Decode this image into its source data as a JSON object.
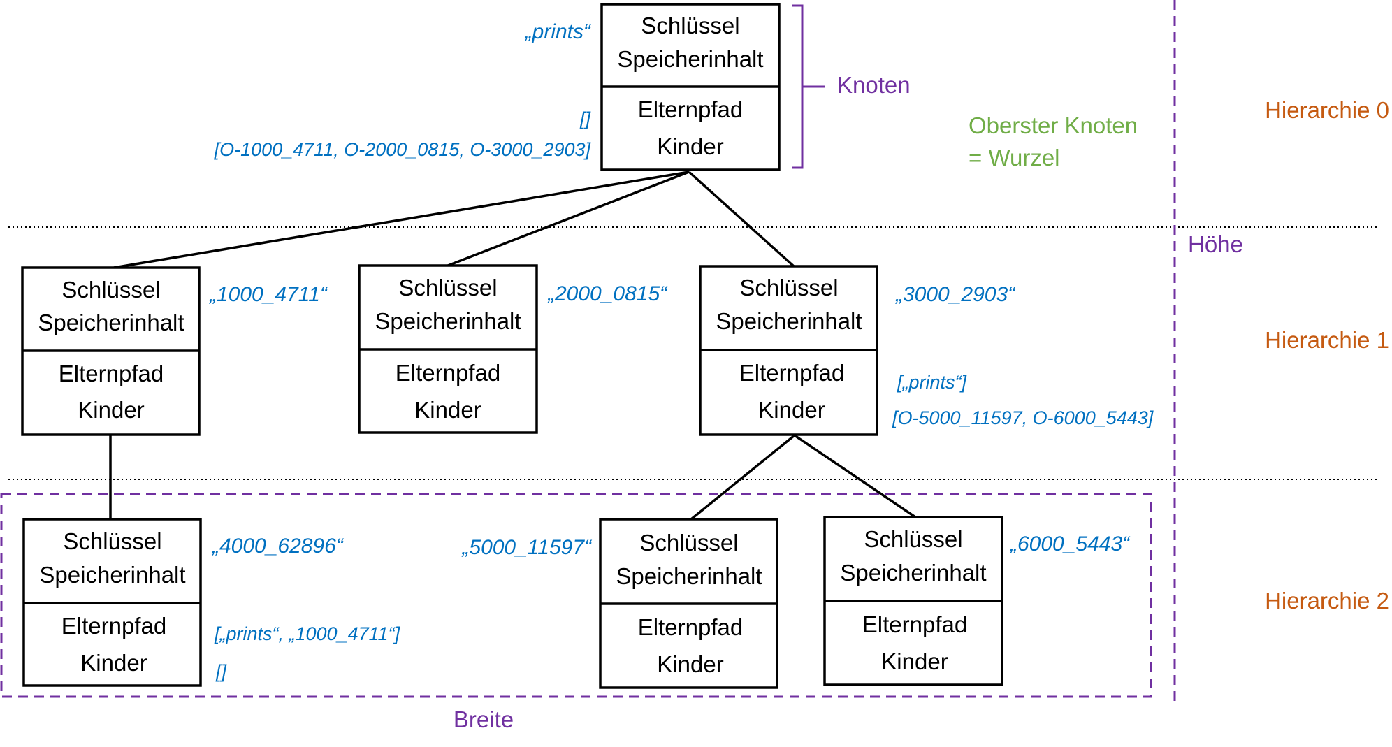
{
  "colors": {
    "annotation": "#0070c0",
    "structure": "#7030a0",
    "root": "#70ad47",
    "hierarchy": "#c55a11",
    "node_border": "#000000"
  },
  "node": {
    "key": "Schlüssel",
    "content": "Speicherinhalt",
    "parent_path": "Elternpfad",
    "children": "Kinder"
  },
  "labels": {
    "knoten": "Knoten",
    "root_line1": "Oberster Knoten",
    "root_line2": "= Wurzel",
    "hoehe": "Höhe",
    "breite": "Breite",
    "hierarchie0": "Hierarchie 0",
    "hierarchie1": "Hierarchie 1",
    "hierarchie2": "Hierarchie 2"
  },
  "nodes": {
    "root": {
      "key": "„prints“",
      "parent_path": "[]",
      "children": "[O-1000_4711, O-2000_0815, O-3000_2903]"
    },
    "n1000": {
      "key": "„1000_4711“"
    },
    "n2000": {
      "key": "„2000_0815“"
    },
    "n3000": {
      "key": "„3000_2903“",
      "parent_path": "[„prints“]",
      "children": "[O-5000_11597, O-6000_5443]"
    },
    "n4000": {
      "key": "„4000_62896“",
      "parent_path": "[„prints“, „1000_4711“]",
      "children": "[]"
    },
    "n5000": {
      "key": "„5000_11597“"
    },
    "n6000": {
      "key": "„6000_5443“"
    }
  }
}
